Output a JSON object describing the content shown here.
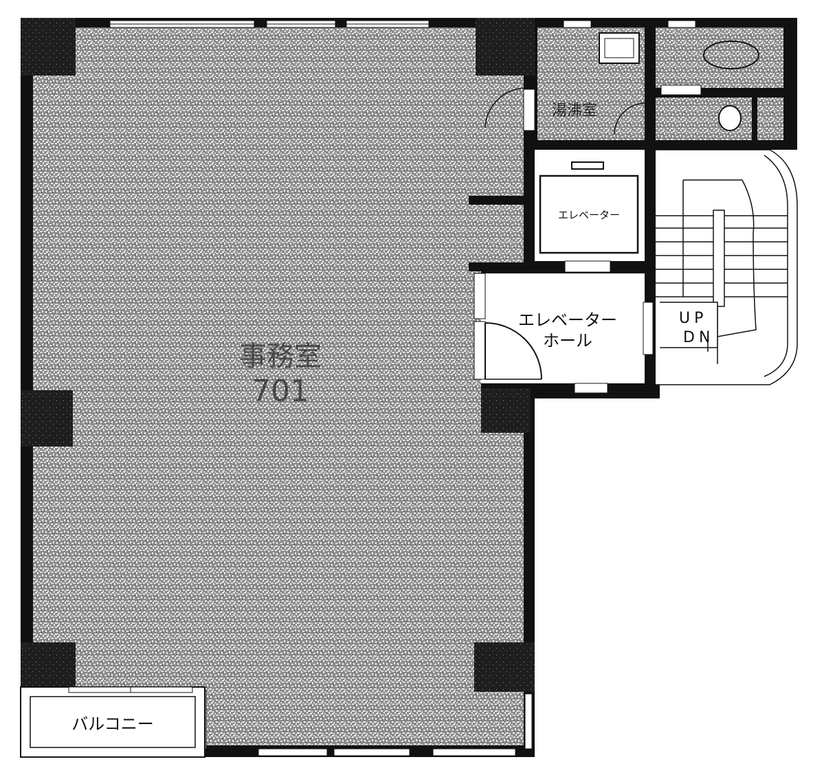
{
  "floor_plan": {
    "office": {
      "name": "事務室",
      "number": "701"
    },
    "elevator": {
      "label": "エレベーター"
    },
    "elevator_hall": {
      "label_line1": "エレベーター",
      "label_line2": "ホール"
    },
    "kitchen": {
      "label": "湯沸室"
    },
    "stairs": {
      "up_label": "UP",
      "down_label": "DN"
    },
    "balcony": {
      "label": "バルコニー"
    }
  }
}
